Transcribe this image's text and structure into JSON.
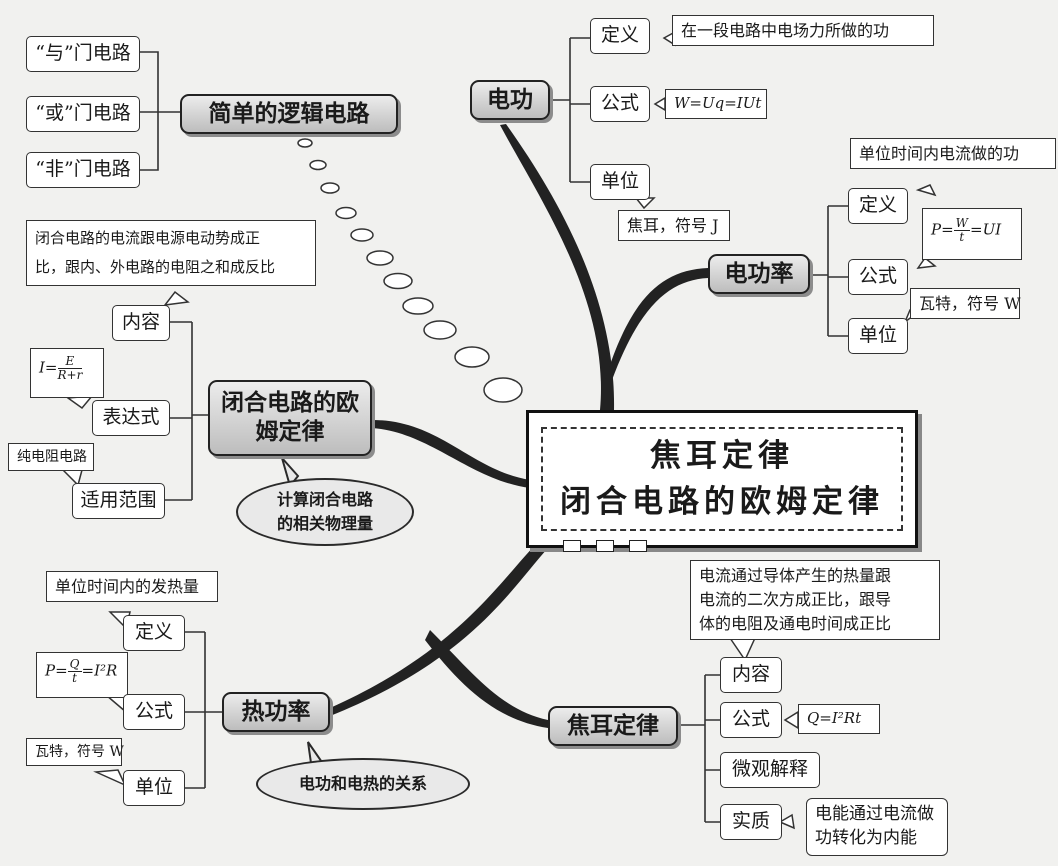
{
  "center": {
    "line1": "焦耳定律",
    "line2": "闭合电路的欧姆定律"
  },
  "logic": {
    "title": "简单的逻辑电路",
    "and_gate": "“与”门电路",
    "or_gate": "“或”门电路",
    "not_gate": "“非”门电路"
  },
  "work": {
    "title": "电功",
    "def_label": "定义",
    "def_text": "在一段电路中电场力所做的功",
    "formula_label": "公式",
    "formula": "W=Uq=IUt",
    "unit_label": "单位",
    "unit_text": "焦耳，符号 J"
  },
  "power": {
    "title": "电功率",
    "def_label": "定义",
    "def_text": "单位时间内电流做的功",
    "formula_label": "公式",
    "formula_left": "P=",
    "formula_num": "W",
    "formula_den": "t",
    "formula_right": "=UI",
    "unit_label": "单位",
    "unit_text": "瓦特，符号 W"
  },
  "ohm": {
    "title": "闭合电路的欧姆定律",
    "content_label": "内容",
    "content_text_1": "闭合电路的电流跟电源电动势成正",
    "content_text_2": "比，跟内、外电路的电阻之和成反比",
    "expr_label": "表达式",
    "expr_left": "I=",
    "expr_num": "E",
    "expr_den": "R+r",
    "scope_label": "适用范围",
    "scope_text": "纯电阻电路",
    "bubble_1": "计算闭合电路",
    "bubble_2": "的相关物理量"
  },
  "heat": {
    "title": "热功率",
    "def_label": "定义",
    "def_text": "单位时间内的发热量",
    "formula_label": "公式",
    "formula_left": "P=",
    "formula_num": "Q",
    "formula_den": "t",
    "formula_right": "=I²R",
    "unit_label": "单位",
    "unit_text": "瓦特，符号 W",
    "bubble": "电功和电热的关系"
  },
  "joule": {
    "title": "焦耳定律",
    "content_label": "内容",
    "content_text_1": "电流通过导体产生的热量跟",
    "content_text_2": "电流的二次方成正比，跟导",
    "content_text_3": "体的电阻及通电时间成正比",
    "formula_label": "公式",
    "formula": "Q=I²Rt",
    "micro_label": "微观解释",
    "essence_label": "实质",
    "essence_text_1": "电能通过电流做",
    "essence_text_2": "功转化为内能"
  },
  "colors": {
    "background": "#f1f1ef",
    "branch_fill": "#bdbdbd",
    "line": "#333333"
  }
}
